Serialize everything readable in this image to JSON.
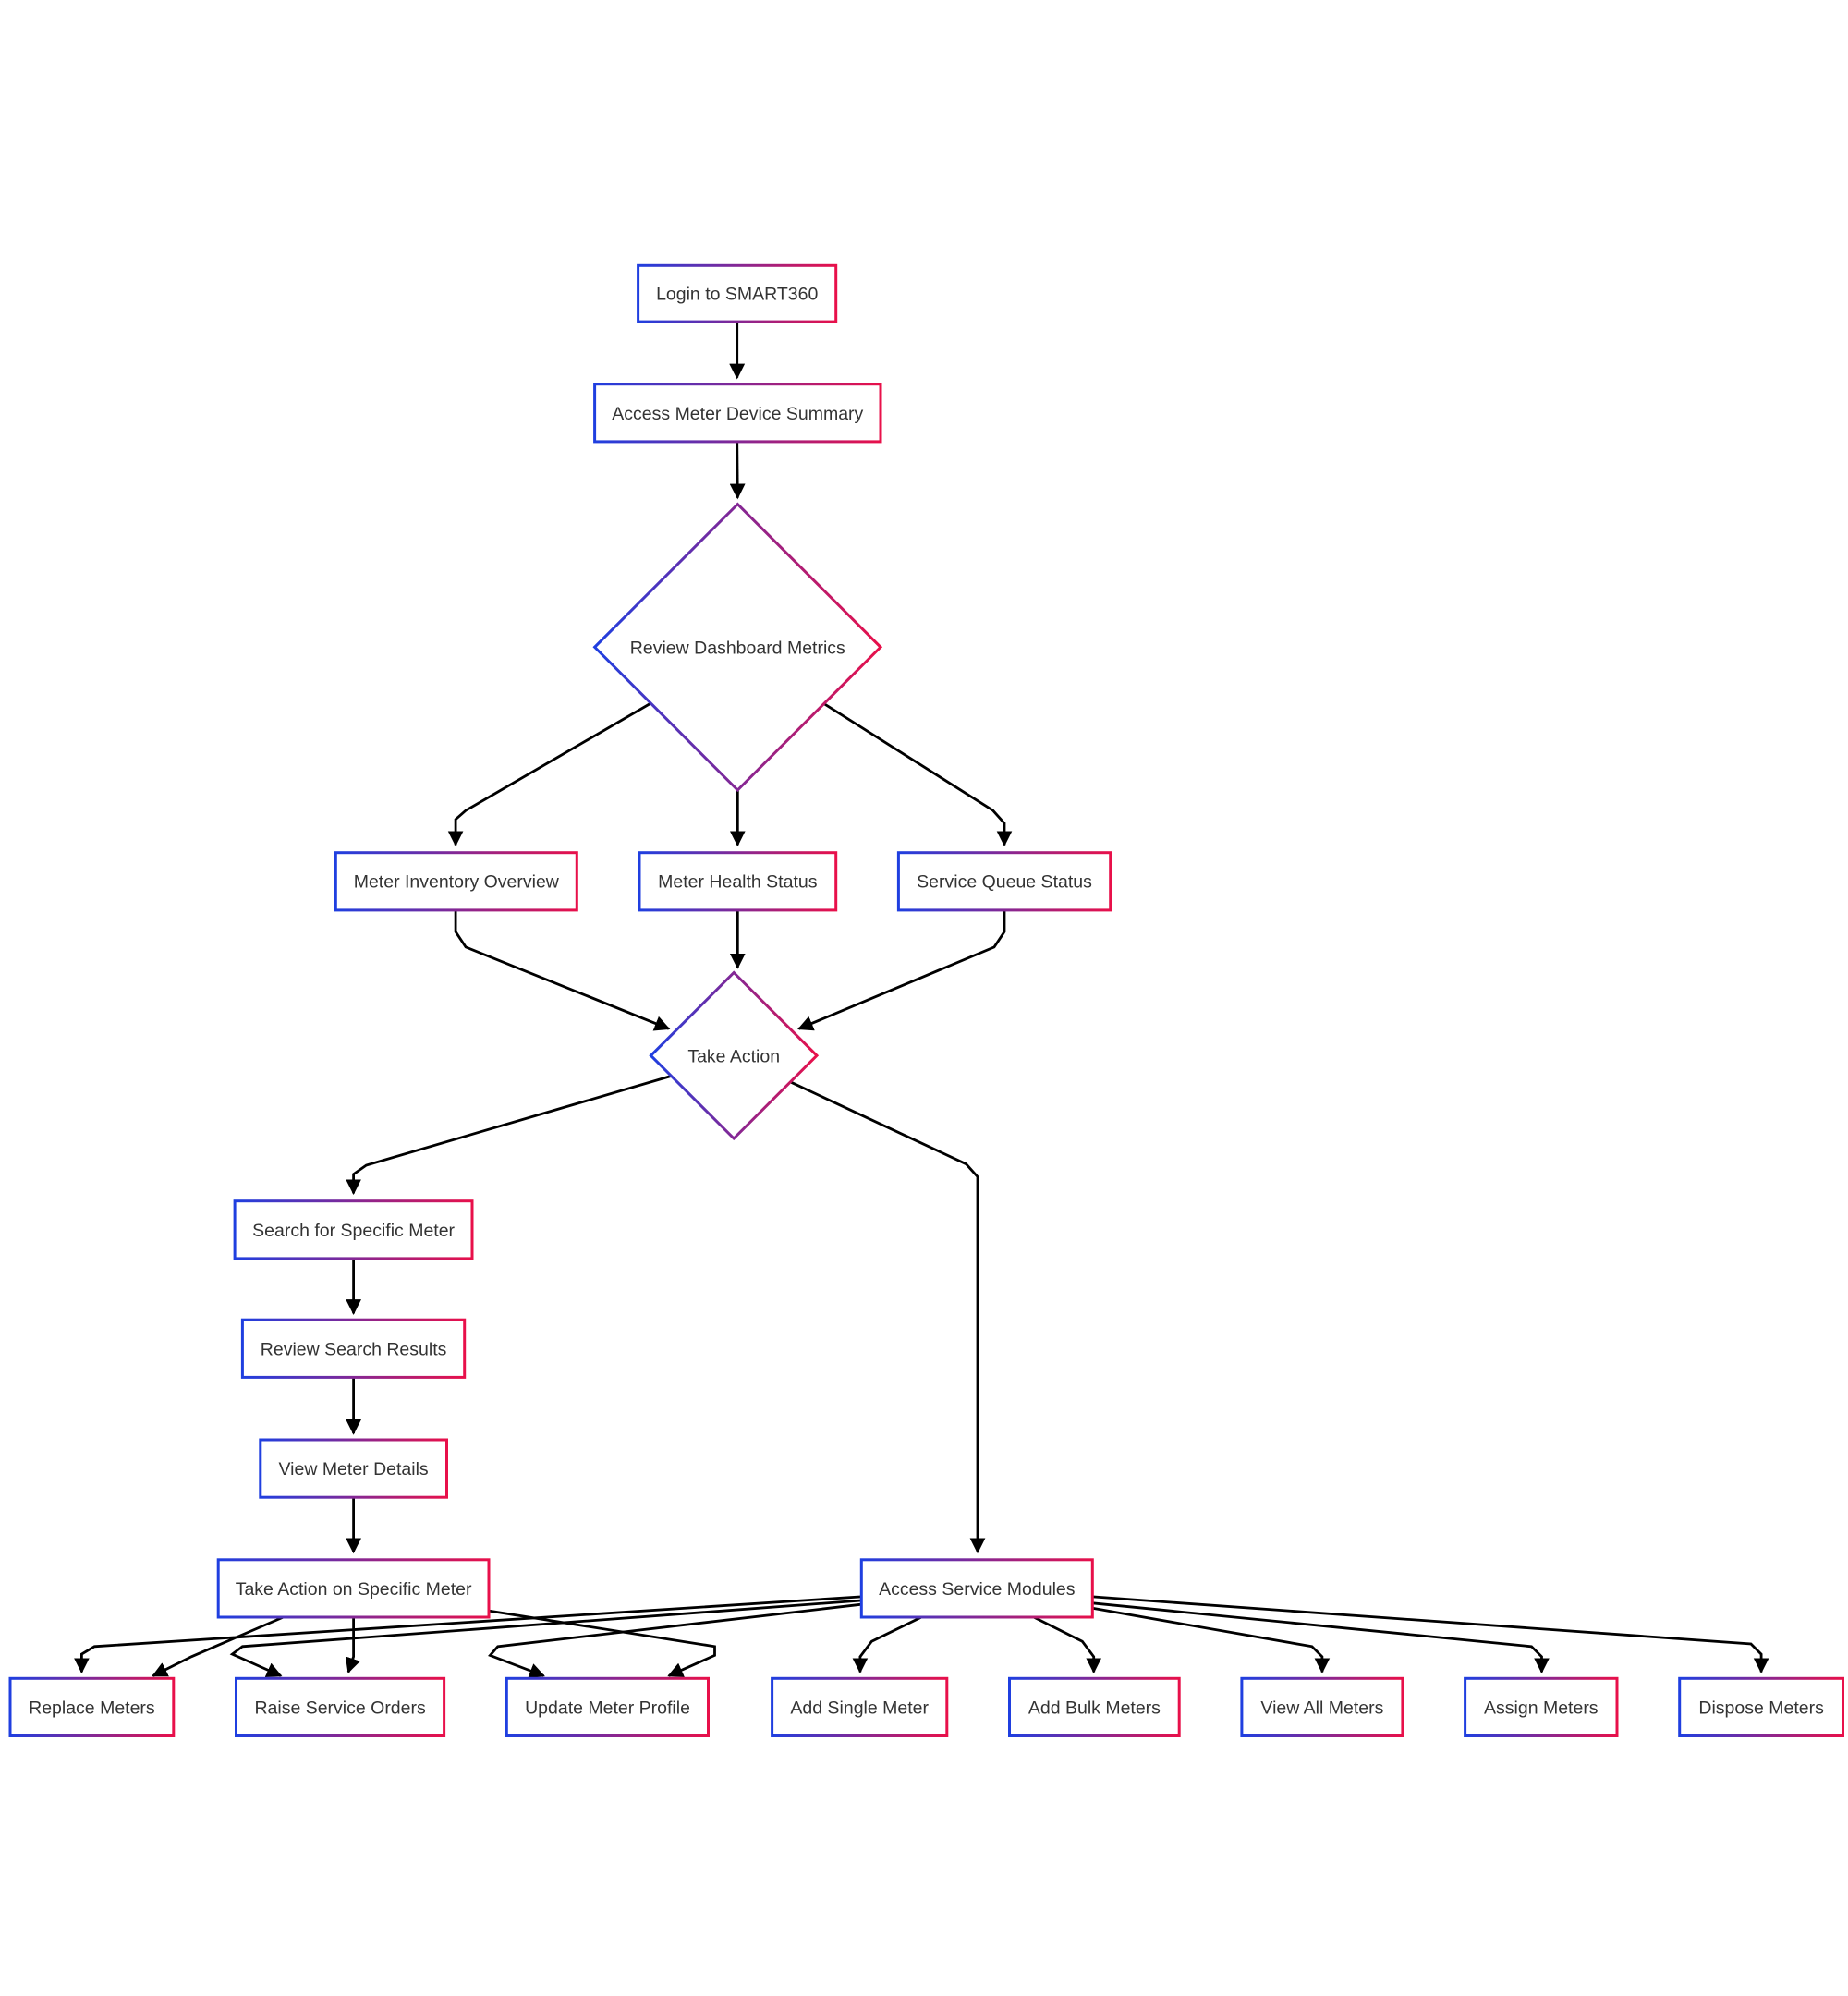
{
  "diagram": {
    "type": "flowchart",
    "colors": {
      "border_gradient_start": "#1f3fe0",
      "border_gradient_end": "#e8104a",
      "edge": "#000000",
      "text": "#333333",
      "node_fill": "#ffffff"
    },
    "nodes": [
      {
        "id": "login",
        "label": "Login to SMART360",
        "shape": "rect"
      },
      {
        "id": "access_summary",
        "label": "Access Meter Device Summary",
        "shape": "rect"
      },
      {
        "id": "review_metrics",
        "label": "Review Dashboard Metrics",
        "shape": "diamond"
      },
      {
        "id": "inventory",
        "label": "Meter Inventory Overview",
        "shape": "rect"
      },
      {
        "id": "health",
        "label": "Meter Health Status",
        "shape": "rect"
      },
      {
        "id": "queue",
        "label": "Service Queue Status",
        "shape": "rect"
      },
      {
        "id": "take_action",
        "label": "Take Action",
        "shape": "diamond"
      },
      {
        "id": "search",
        "label": "Search for Specific Meter",
        "shape": "rect"
      },
      {
        "id": "review_results",
        "label": "Review Search Results",
        "shape": "rect"
      },
      {
        "id": "view_details",
        "label": "View Meter Details",
        "shape": "rect"
      },
      {
        "id": "action_specific",
        "label": "Take Action on Specific Meter",
        "shape": "rect"
      },
      {
        "id": "service_modules",
        "label": "Access Service Modules",
        "shape": "rect"
      },
      {
        "id": "replace",
        "label": "Replace Meters",
        "shape": "rect"
      },
      {
        "id": "raise_orders",
        "label": "Raise Service Orders",
        "shape": "rect"
      },
      {
        "id": "update_profile",
        "label": "Update Meter Profile",
        "shape": "rect"
      },
      {
        "id": "add_single",
        "label": "Add Single Meter",
        "shape": "rect"
      },
      {
        "id": "add_bulk",
        "label": "Add Bulk Meters",
        "shape": "rect"
      },
      {
        "id": "view_all",
        "label": "View All Meters",
        "shape": "rect"
      },
      {
        "id": "assign",
        "label": "Assign Meters",
        "shape": "rect"
      },
      {
        "id": "dispose",
        "label": "Dispose Meters",
        "shape": "rect"
      }
    ],
    "edges": [
      {
        "from": "login",
        "to": "access_summary"
      },
      {
        "from": "access_summary",
        "to": "review_metrics"
      },
      {
        "from": "review_metrics",
        "to": "inventory"
      },
      {
        "from": "review_metrics",
        "to": "health"
      },
      {
        "from": "review_metrics",
        "to": "queue"
      },
      {
        "from": "inventory",
        "to": "take_action"
      },
      {
        "from": "health",
        "to": "take_action"
      },
      {
        "from": "queue",
        "to": "take_action"
      },
      {
        "from": "take_action",
        "to": "search"
      },
      {
        "from": "take_action",
        "to": "service_modules"
      },
      {
        "from": "search",
        "to": "review_results"
      },
      {
        "from": "review_results",
        "to": "view_details"
      },
      {
        "from": "view_details",
        "to": "action_specific"
      },
      {
        "from": "action_specific",
        "to": "replace"
      },
      {
        "from": "action_specific",
        "to": "raise_orders"
      },
      {
        "from": "action_specific",
        "to": "update_profile"
      },
      {
        "from": "service_modules",
        "to": "add_single"
      },
      {
        "from": "service_modules",
        "to": "add_bulk"
      },
      {
        "from": "service_modules",
        "to": "view_all"
      },
      {
        "from": "service_modules",
        "to": "assign"
      },
      {
        "from": "service_modules",
        "to": "dispose"
      },
      {
        "from": "service_modules",
        "to": "replace"
      },
      {
        "from": "service_modules",
        "to": "raise_orders"
      },
      {
        "from": "service_modules",
        "to": "update_profile"
      }
    ]
  }
}
